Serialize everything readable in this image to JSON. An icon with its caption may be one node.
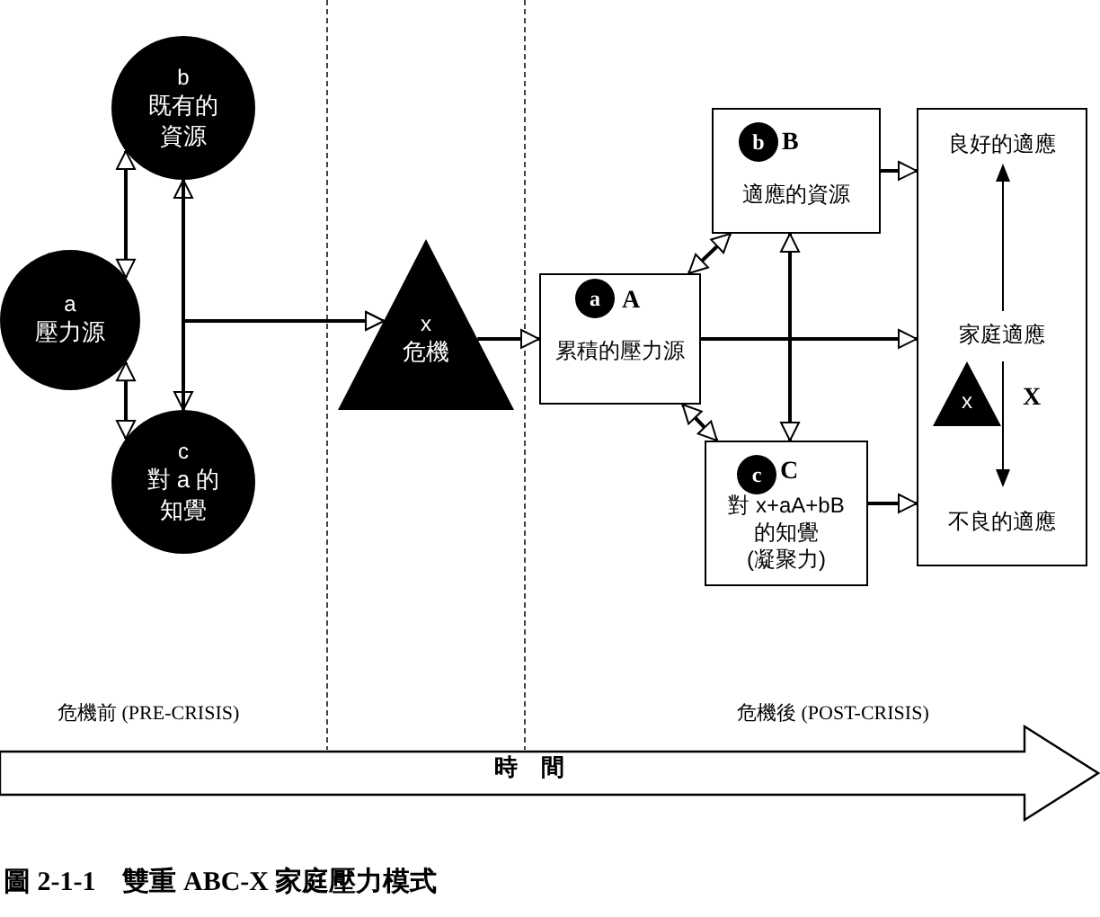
{
  "diagram": {
    "caption": "圖 2-1-1　雙重 ABC-X 家庭壓力模式",
    "nodes": [
      {
        "text": [
          "b",
          "既有的資源"
        ]
      },
      {
        "text": [
          "a",
          "壓力源"
        ]
      },
      {
        "text": [
          "c",
          "對 a 的知覺"
        ]
      },
      {
        "text": [
          "x",
          "危機"
        ]
      },
      {
        "text": [
          "A",
          "累積的壓力源"
        ]
      },
      {
        "text": [
          "a"
        ],
        "in": 4
      },
      {
        "text": [
          "B",
          "適應的資源"
        ]
      },
      {
        "text": [
          "b"
        ],
        "in": 6
      },
      {
        "text": [
          "C",
          "對 x+aA+bB 的知覺 (凝聚力)"
        ]
      },
      {
        "text": [
          "c"
        ],
        "in": 8
      },
      {
        "text": [
          "良好的適應",
          "家庭適應",
          "X",
          "不良的適應"
        ]
      },
      {
        "text": [
          "x"
        ],
        "in": 10
      },
      {
        "text": [
          "時　間"
        ]
      }
    ],
    "edges": [
      {
        "from": 1,
        "to": 0,
        "arrow": "both"
      },
      {
        "from": 1,
        "to": 2,
        "arrow": "both"
      },
      {
        "from": 0,
        "to": 2,
        "arrow": "both"
      },
      {
        "from": 0,
        "to": 3,
        "arrow": "to"
      },
      {
        "from": 2,
        "to": 3,
        "arrow": "to"
      },
      {
        "from": 3,
        "to": 4,
        "arrow": "to"
      },
      {
        "from": 4,
        "to": 6,
        "arrow": "both"
      },
      {
        "from": 4,
        "to": 8,
        "arrow": "both"
      },
      {
        "from": 6,
        "to": 8,
        "arrow": "both"
      },
      {
        "from": 4,
        "to": 10,
        "arrow": "to"
      },
      {
        "from": 6,
        "to": 10,
        "arrow": "to"
      },
      {
        "from": 8,
        "to": 10,
        "arrow": "to"
      }
    ],
    "labels": [
      "危機前 (PRE-CRISIS)",
      "危機後 (POST-CRISIS)"
    ]
  }
}
